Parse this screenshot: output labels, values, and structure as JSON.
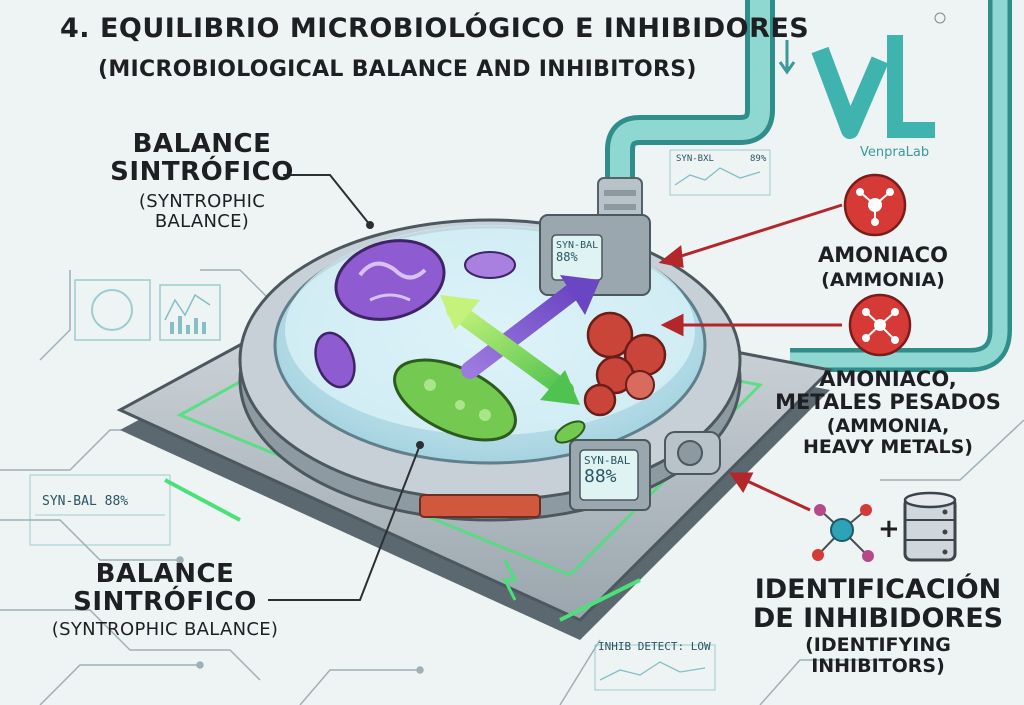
{
  "header": {
    "title_es": "4. EQUILIBRIO MICROBIOLÓGICO E INHIBIDORES",
    "title_en": "(MICROBIOLOGICAL BALANCE AND INHIBITORS)"
  },
  "logo": {
    "text": "VenpraLab",
    "icon": "vl-logo-icon",
    "accent": "#3fb3ae"
  },
  "labels": {
    "top_left_es_1": "BALANCE",
    "top_left_es_2": "SINTRÓFICO",
    "top_left_en_1": "(SYNTROPHIC",
    "top_left_en_2": "BALANCE)",
    "bottom_left_es_1": "BALANCE",
    "bottom_left_es_2": "SINTRÓFICO",
    "bottom_left_en": "(SYNTROPHIC BALANCE)",
    "ammonia_es": "AMONIACO",
    "ammonia_en": "(AMMONIA)",
    "metals_es_1": "AMONIACO,",
    "metals_es_2": "METALES PESADOS",
    "metals_en_1": "(AMMONIA,",
    "metals_en_2": "HEAVY METALS)",
    "inhib_es_1": "IDENTIFICACIÓN",
    "inhib_es_2": "DE INHIBIDORES",
    "inhib_en": "(IDENTIFYING INHIBITORS)"
  },
  "readouts": {
    "synbal_left": "SYN-BAL 88%",
    "synbal_screen_top_1": "SYN-BAL",
    "synbal_screen_top_2": "88%",
    "synbal_screen_front_1": "SYN-BAL",
    "synbal_screen_front_2": "88%",
    "inhib_detect": "INHIB DETECT: LOW",
    "panel_top_a": "SYN-BXL",
    "panel_top_b": "89%"
  },
  "icons": [
    "ammonia-molecule-icon",
    "heavy-metal-molecule-icon",
    "network-icon",
    "database-icon",
    "plus-icon"
  ],
  "colors": {
    "pipe": "#5fb9b5",
    "glow": "#4be07a",
    "arrow_red": "#b3262b",
    "bacteria_purple": "#8e5bd0",
    "bacteria_green": "#74c950",
    "bacteria_red": "#c9453a"
  },
  "connector": "+"
}
